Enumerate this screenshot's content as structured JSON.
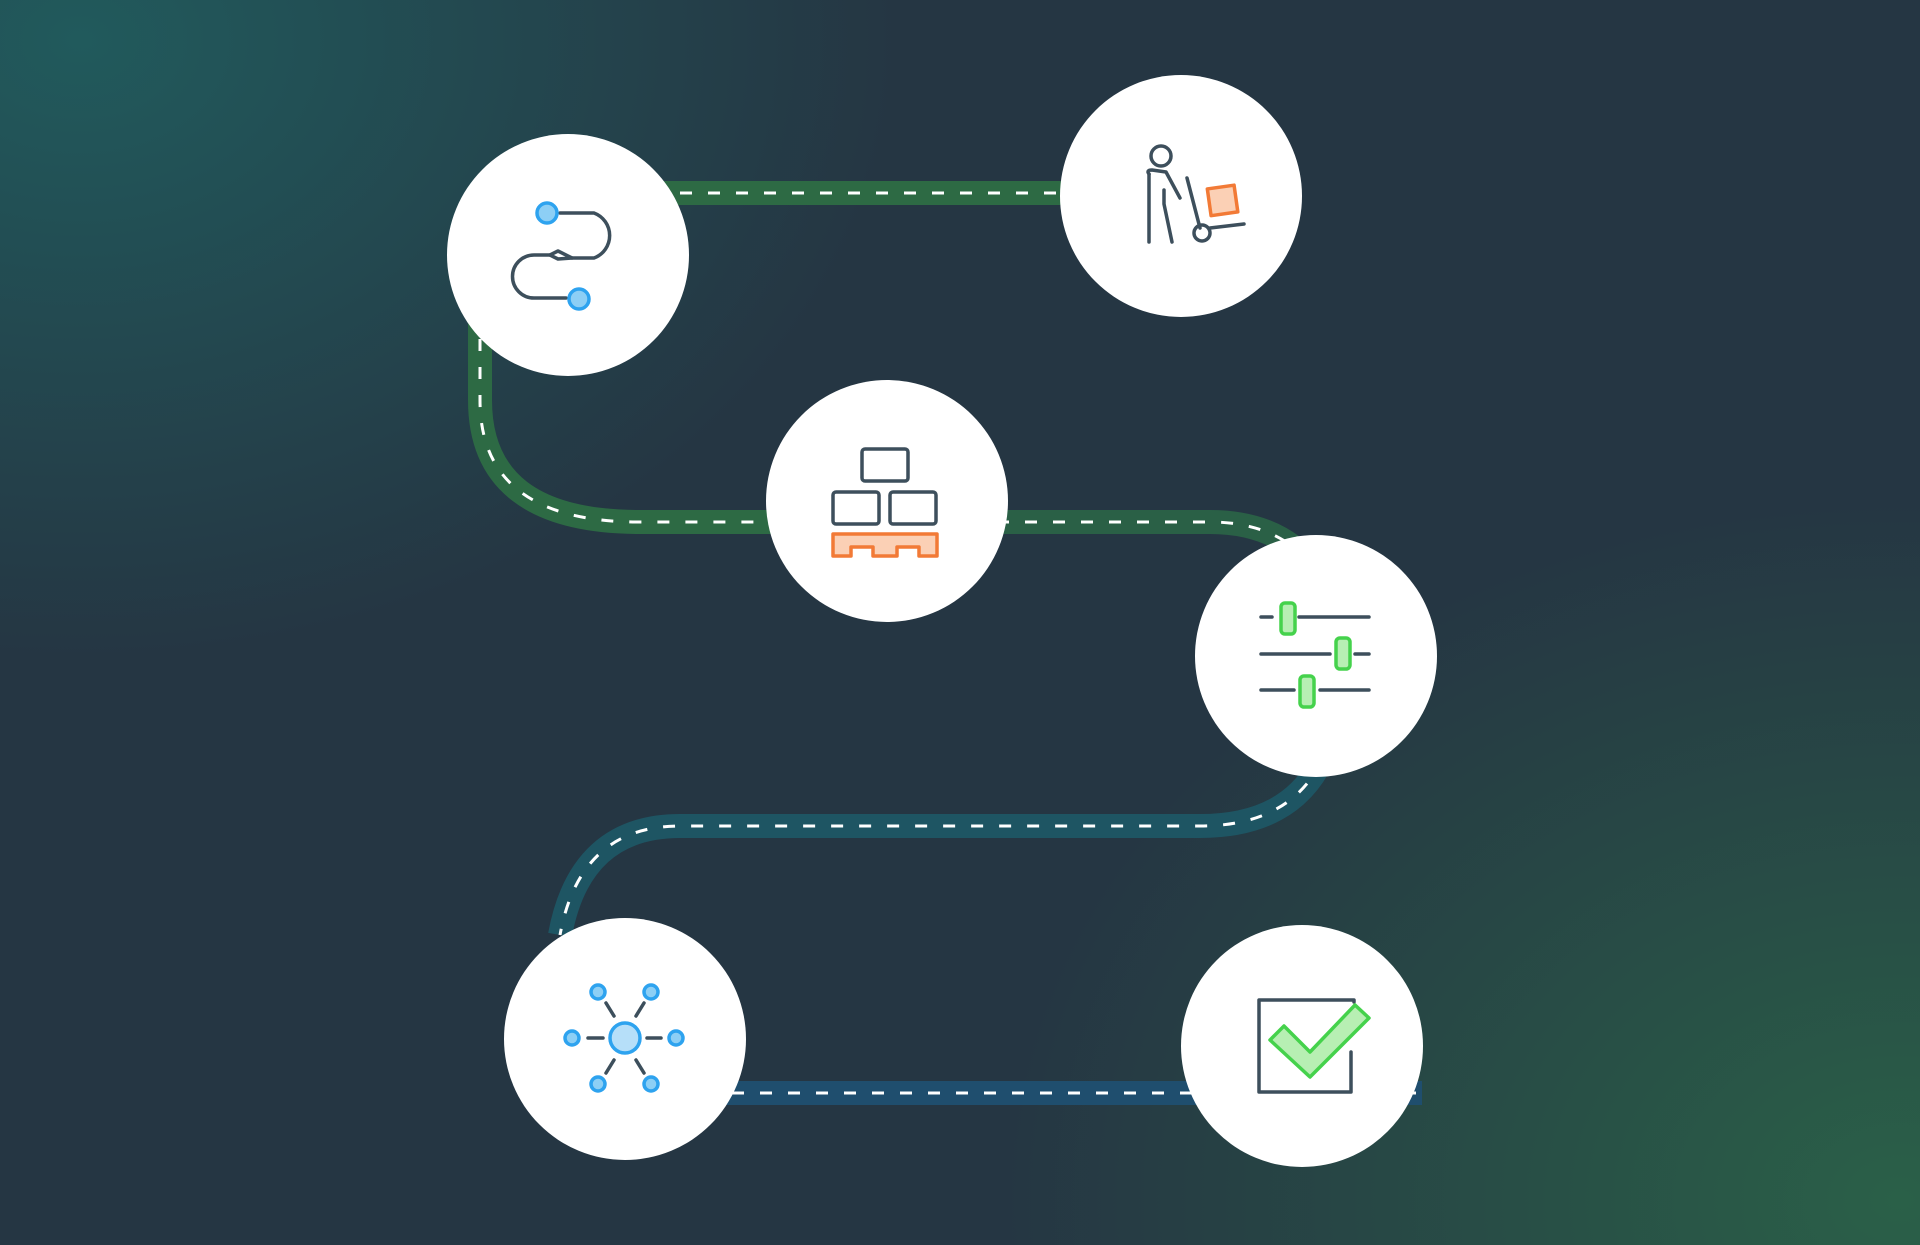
{
  "diagram": {
    "stages": [
      {
        "id": "route",
        "icon": "route-path-icon"
      },
      {
        "id": "delivery",
        "icon": "hand-truck-delivery-icon"
      },
      {
        "id": "palletize",
        "icon": "pallet-boxes-icon"
      },
      {
        "id": "adjust",
        "icon": "sliders-settings-icon"
      },
      {
        "id": "distribute",
        "icon": "hub-network-icon"
      },
      {
        "id": "complete",
        "icon": "checkbox-checkmark-icon"
      }
    ]
  },
  "colors": {
    "background_dark": "#253643",
    "background_teal": "#22565a",
    "background_green": "#2a5a47",
    "road_green": "#2d6a44",
    "road_teal": "#1e5563",
    "road_blue": "#1f4e6e",
    "circle_fill": "#ffffff",
    "icon_stroke": "#3d4f5c",
    "icon_blue": "#2ea3ef",
    "icon_orange": "#f27a36",
    "icon_green": "#45d24c"
  }
}
